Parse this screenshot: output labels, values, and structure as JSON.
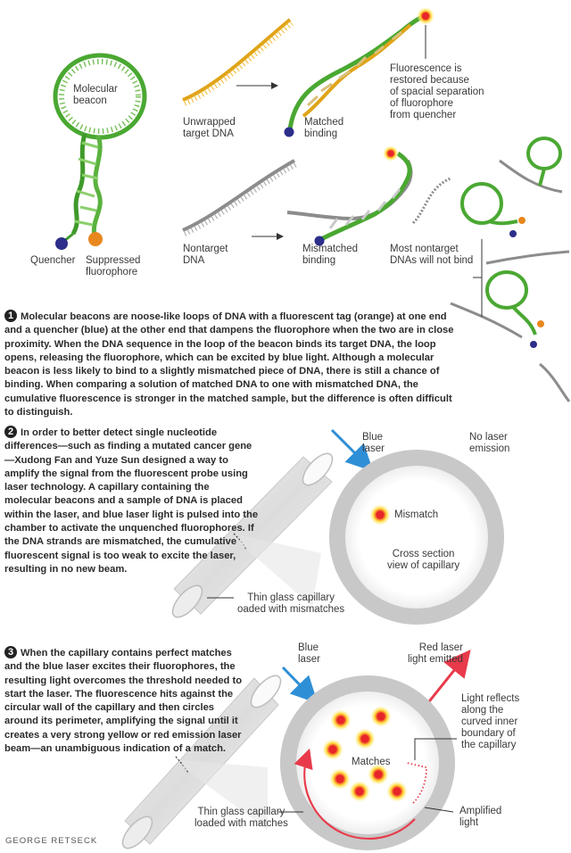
{
  "part1": {
    "molecular_beacon": "Molecular\nbeacon",
    "quencher": "Quencher",
    "suppressed_fluorophore": "Suppressed\nfluorophore",
    "unwrapped_target": "Unwrapped\ntarget DNA",
    "matched_binding": "Matched\nbinding",
    "fluorescence_restored": "Fluorescence is\nrestored because\nof spacial separation\nof fluorophore\nfrom quencher",
    "nontarget_dna": "Nontarget\nDNA",
    "mismatched_binding": "Mismatched\nbinding",
    "most_nontarget": "Most nontarget\nDNAs will not bind",
    "step_number": "1",
    "text": "Molecular beacons are noose-like loops of DNA with a fluorescent tag (orange) at one end and a quencher (blue) at the other end that dampens the fluorophore when the two are in close proximity. When the DNA sequence in the loop of the beacon binds its target DNA, the loop opens, releasing the fluorophore, which can be excited by blue light. Although a molecular beacon is less likely to bind to a slightly mismatched piece of DNA, there is still a chance of binding. When comparing a solution of matched DNA to one with mismatched DNA, the cumulative fluorescence is stronger in the matched sample, but the difference is often difficult to distinguish."
  },
  "part2": {
    "step_number": "2",
    "text": "In order to better detect single nucleotide differences—such as finding a mutated cancer gene—Xudong Fan and Yuze Sun designed a way to amplify the signal from the fluorescent probe using laser technology. A capillary containing the molecular beacons and a sample of DNA is placed within the laser, and blue laser light is pulsed into the chamber to activate the unquenched fluorophores. If the DNA strands are mismatched, the cumulative fluorescent signal is too weak to excite the laser, resulting in no new beam.",
    "blue_laser": "Blue\nlaser",
    "no_laser_emission": "No laser\nemission",
    "mismatch": "Mismatch",
    "cross_section": "Cross section\nview of capillary",
    "capillary_label": "Thin glass capillary\noaded with mismatches"
  },
  "part3": {
    "step_number": "3",
    "text": "When the capillary contains perfect matches and the blue laser excites their fluorophores, the resulting light overcomes the threshold needed to start the laser. The fluorescence hits against the circular wall of the capillary and then circles around its perimeter, amplifying the signal until it creates a very strong yellow or red emission laser beam—an unambiguous indication of a match.",
    "blue_laser": "Blue\nlaser",
    "red_laser": "Red laser\nlight emitted",
    "light_reflects": "Light reflects\nalong the\ncurved inner\nboundary of\nthe capillary",
    "matches": "Matches",
    "capillary_label": "Thin glass capillary\nloaded with matches",
    "amplified_light": "Amplified\nlight"
  },
  "credit": "GEORGE RETSECK",
  "colors": {
    "dna_green": "#4aa832",
    "target_gold": "#e0a419",
    "nontarget_gray": "#8c8c8c",
    "quencher_blue": "#2c2e8a",
    "fluorophore_orange": "#e8871e",
    "blue_laser": "#2f8fd6",
    "red_laser": "#e83a4a",
    "glow_red": "#e8262a",
    "glow_yellow": "#ffd93a"
  }
}
